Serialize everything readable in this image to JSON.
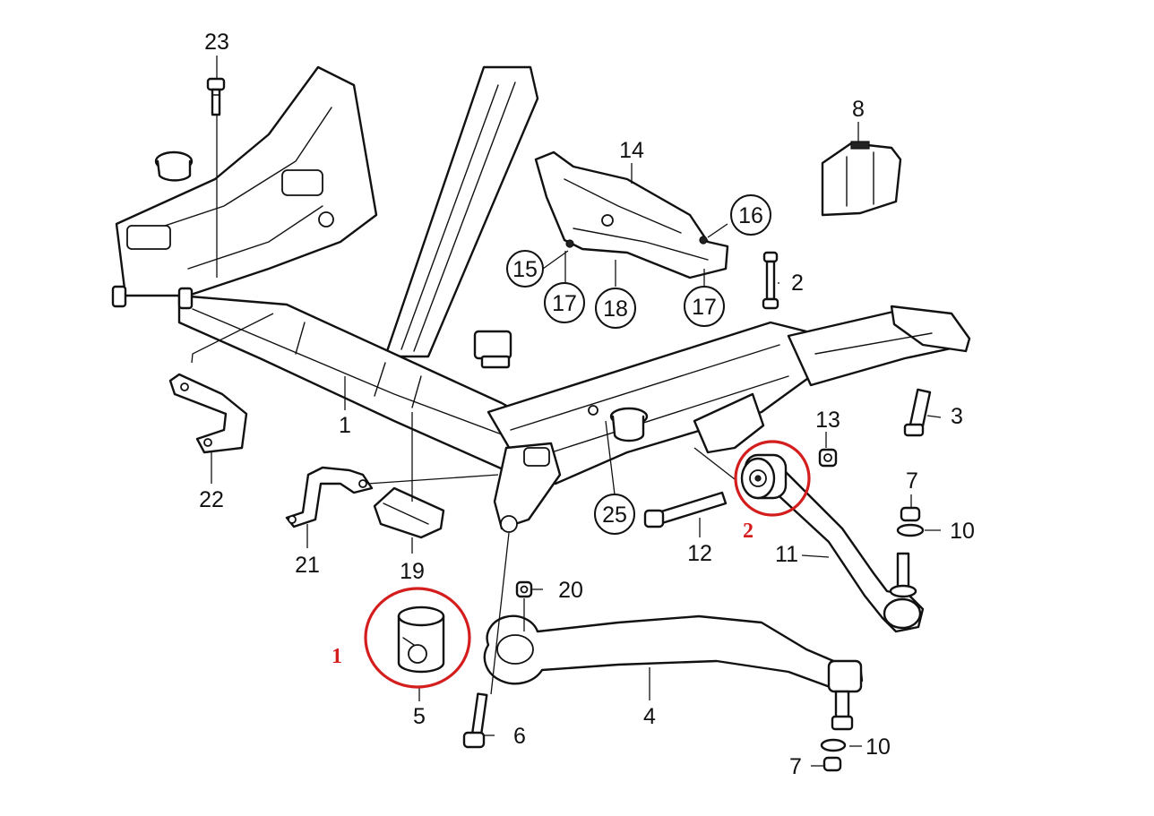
{
  "highlight_color": "#d41e1e",
  "callouts": {
    "c1": "1",
    "c2": "2",
    "c3": "3",
    "c4": "4",
    "c5": "5",
    "c6": "6",
    "c7a": "7",
    "c7b": "7",
    "c8": "8",
    "c10a": "10",
    "c10b": "10",
    "c11": "11",
    "c12": "12",
    "c13": "13",
    "c14": "14",
    "c15": "15",
    "c16": "16",
    "c17a": "17",
    "c17b": "17",
    "c18": "18",
    "c19": "19",
    "c20": "20",
    "c21": "21",
    "c22": "22",
    "c23": "23",
    "c25": "25"
  },
  "highlights": {
    "h1": "1",
    "h2": "2"
  },
  "icons": [
    "bolt-icon",
    "nut-icon",
    "washer-icon",
    "bushing-icon",
    "ball-joint-icon"
  ]
}
